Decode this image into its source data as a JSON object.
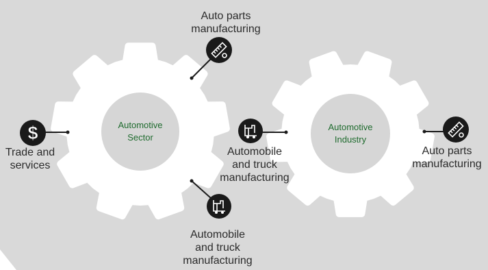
{
  "diagram": {
    "gear_left": {
      "line1": "Automotive",
      "line2": "Sector"
    },
    "gear_right": {
      "line1": "Automotive",
      "line2": "Industry"
    },
    "labels": {
      "top": {
        "line1": "Auto parts",
        "line2": "manufacturing"
      },
      "left": {
        "line1": "Trade and",
        "line2": "services"
      },
      "middle": {
        "line1": "Automobile",
        "line2": "and truck",
        "line3": "manufacturing"
      },
      "bottom": {
        "line1": "Automobile",
        "line2": "and truck",
        "line3": "manufacturing"
      },
      "right": {
        "line1": "Auto parts",
        "line2": "manufacturing"
      }
    },
    "icons": {
      "top": "ruler-wrench-icon",
      "left": "dollar-icon",
      "middle": "forklift-icon",
      "bottom": "forklift-icon",
      "right": "ruler-wrench-icon"
    }
  },
  "colors": {
    "background": "#d9d9d9",
    "gear": "#ffffff",
    "hub": "#d6d6d6",
    "hub_text": "#1f6b2e",
    "icon_circle": "#1a1a1a",
    "connector": "#1a1a1a",
    "label_text": "#2b2b2b"
  }
}
